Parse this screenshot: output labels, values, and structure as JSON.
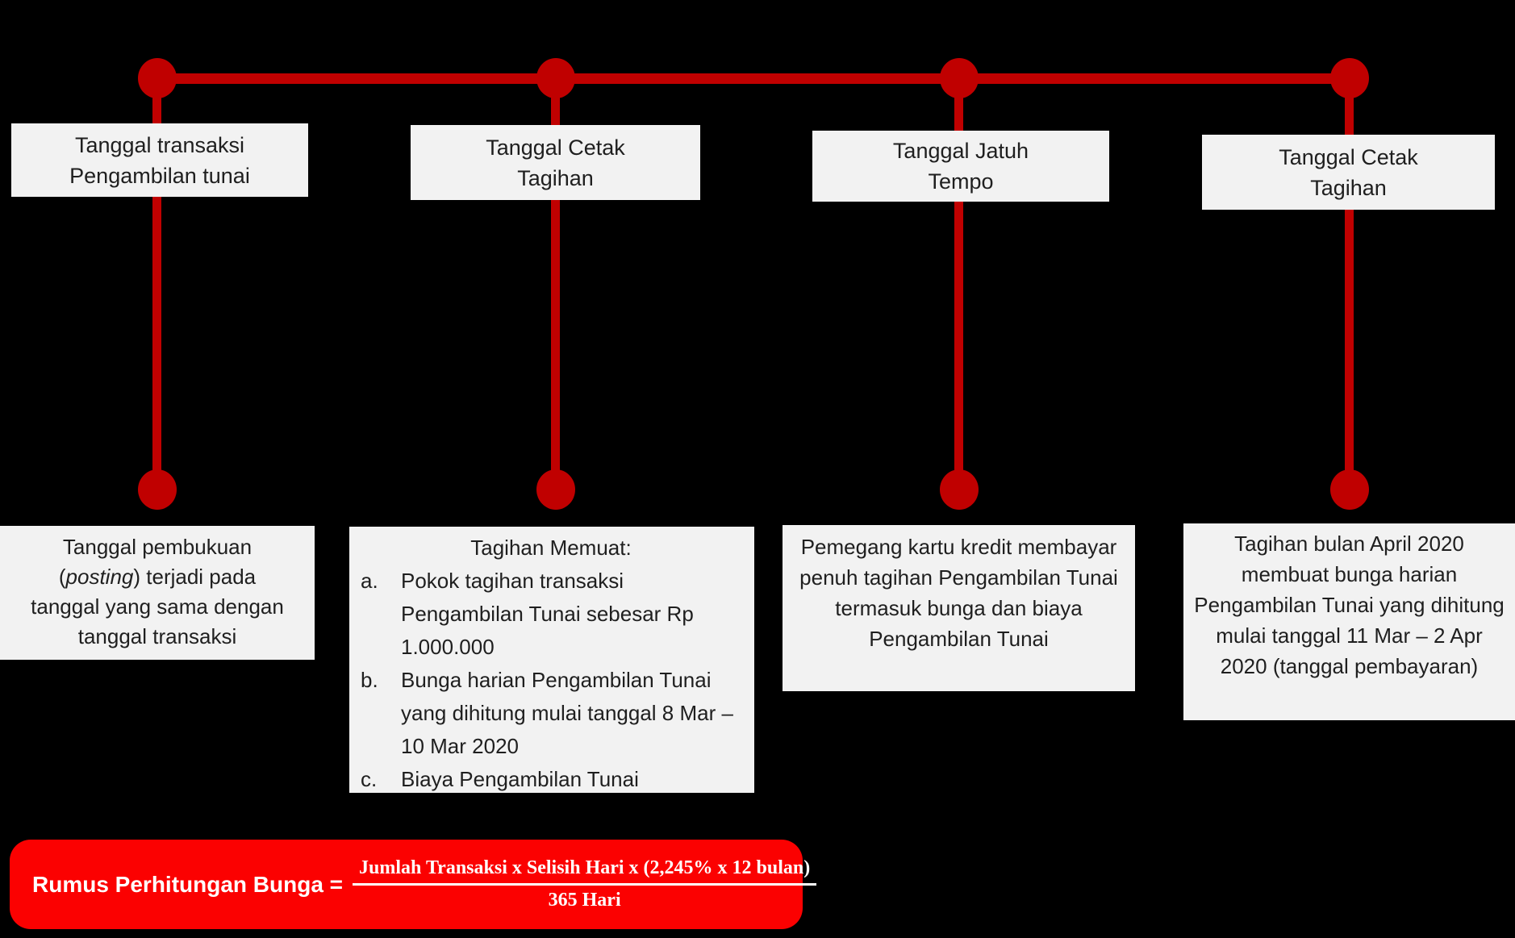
{
  "colors": {
    "background": "#000000",
    "timeline_red": "#c00000",
    "box_background": "#f2f2f2",
    "box_text": "#1f1f1f",
    "formula_background": "#fb0101",
    "formula_text": "#ffffff"
  },
  "columns": [
    {
      "title_line1": "Tanggal transaksi",
      "title_line2": "Pengambilan tunai",
      "desc_line1": "Tanggal pembukuan",
      "desc_line2_open": "(",
      "desc_line2_italic": "posting",
      "desc_line2_close": ") terjadi pada",
      "desc_line3": "tanggal yang sama dengan",
      "desc_line4": "tanggal transaksi"
    },
    {
      "title_line1": "Tanggal Cetak",
      "title_line2": "Tagihan",
      "desc_heading": "Tagihan Memuat:",
      "desc_items": [
        {
          "label": "a.",
          "text": "Pokok tagihan transaksi Pengambilan Tunai sebesar Rp 1.000.000"
        },
        {
          "label": "b.",
          "text": "Bunga harian Pengambilan Tunai yang dihitung mulai tanggal 8 Mar – 10 Mar 2020"
        },
        {
          "label": "c.",
          "text": "Biaya Pengambilan Tunai"
        }
      ]
    },
    {
      "title_line1": "Tanggal Jatuh",
      "title_line2": "Tempo",
      "desc_text": "Pemegang kartu kredit membayar penuh tagihan Pengambilan Tunai termasuk bunga dan biaya Pengambilan Tunai"
    },
    {
      "title_line1": "Tanggal Cetak",
      "title_line2": "Tagihan",
      "desc_text": "Tagihan bulan April 2020 membuat bunga harian Pengambilan Tunai yang dihitung mulai tanggal 11 Mar – 2 Apr 2020 (tanggal pembayaran)"
    }
  ],
  "formula": {
    "label": "Rumus Perhitungan Bunga =",
    "numerator": "Jumlah Transaksi x Selisih Hari x (2,245% x 12 bulan)",
    "denominator": "365 Hari"
  }
}
